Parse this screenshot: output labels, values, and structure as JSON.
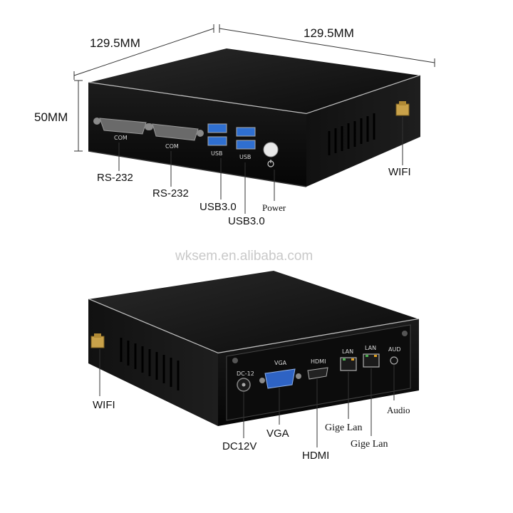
{
  "dimensions": {
    "depth": "129.5MM",
    "width": "129.5MM",
    "height": "50MM"
  },
  "top_device": {
    "com1_print": "COM",
    "com2_print": "COM",
    "usb1_print": "USB",
    "usb2_print": "USB",
    "callouts": [
      "RS-232",
      "RS-232",
      "USB3.0",
      "USB3.0",
      "Power",
      "WIFI"
    ]
  },
  "watermark": "wksem.en.alibaba.com",
  "bottom_device": {
    "dc_print": "DC-12",
    "vga_print": "VGA",
    "hdmi_print": "HDMI",
    "lan1_print": "LAN",
    "lan2_print": "LAN",
    "aud_print": "AUD",
    "callouts": [
      "WIFI",
      "DC12V",
      "VGA",
      "HDMI",
      "Gige Lan",
      "Gige Lan",
      "Audio"
    ]
  },
  "colors": {
    "background": "#ffffff",
    "device_body": "#111111",
    "edge_trim": "#bfbfbf",
    "usb_blue": "#2f6fd0",
    "vga_blue": "#2e63c4",
    "antenna_gold": "#c9a24a",
    "watermark": "#c9c9c9"
  }
}
